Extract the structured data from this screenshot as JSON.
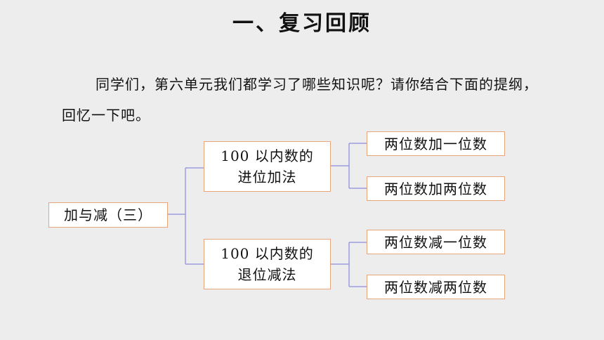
{
  "title": "一、复习回顾",
  "intro": "同学们，第六单元我们都学习了哪些知识呢？请你结合下面的提纲，回忆一下吧。",
  "diagram": {
    "root": "加与减（三）",
    "branch1": {
      "line1": "100 以内数的",
      "line2": "进位加法"
    },
    "branch2": {
      "line1": "100 以内数的",
      "line2": "退位减法"
    },
    "leaves": [
      "两位数加一位数",
      "两位数加两位数",
      "两位数减一位数",
      "两位数减两位数"
    ],
    "connector_color": "#9b9be0",
    "box_border_color": "#e8a47a"
  }
}
